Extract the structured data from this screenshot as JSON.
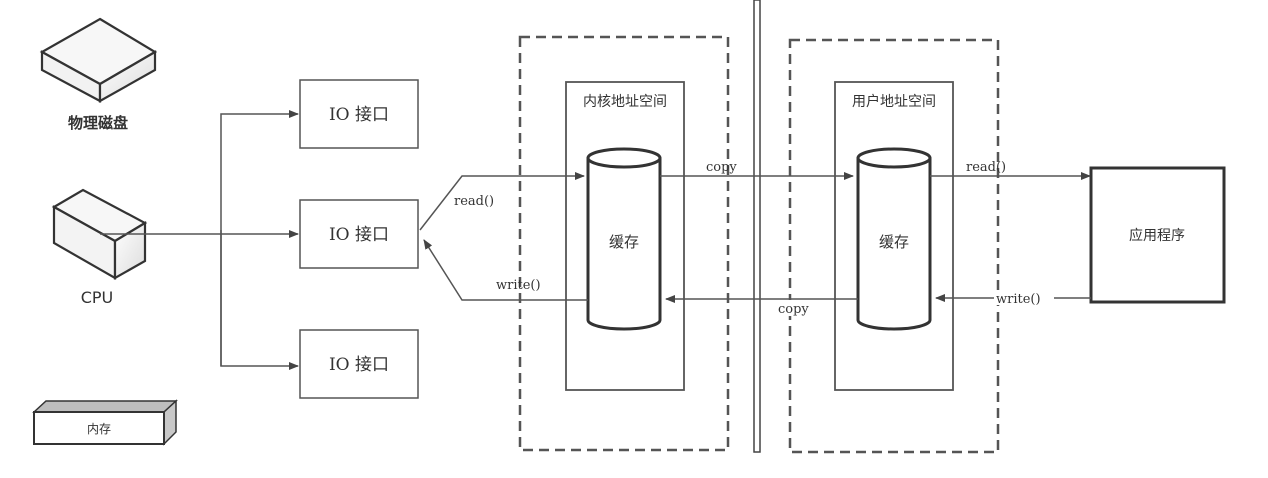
{
  "devices": {
    "disk_label": "物理磁盘",
    "cpu_label": "CPU",
    "memory_label": "内存"
  },
  "io_interfaces": [
    {
      "label": "IO 接口"
    },
    {
      "label": "IO 接口"
    },
    {
      "label": "IO 接口"
    }
  ],
  "kernel_space": {
    "title": "内核地址空间",
    "buffer_label": "缓存"
  },
  "user_space": {
    "title": "用户地址空间",
    "buffer_label": "缓存"
  },
  "application": {
    "label": "应用程序"
  },
  "edges": {
    "io_to_kernel": "read()",
    "kernel_to_io": "write()",
    "kernel_to_user": "copy",
    "user_to_kernel": "copy",
    "user_to_app": "read()",
    "app_to_user": "write()"
  },
  "colors": {
    "stroke": "#444444",
    "dashed": "#555555",
    "text": "#333333",
    "memory_side": "#c8c8c8"
  }
}
